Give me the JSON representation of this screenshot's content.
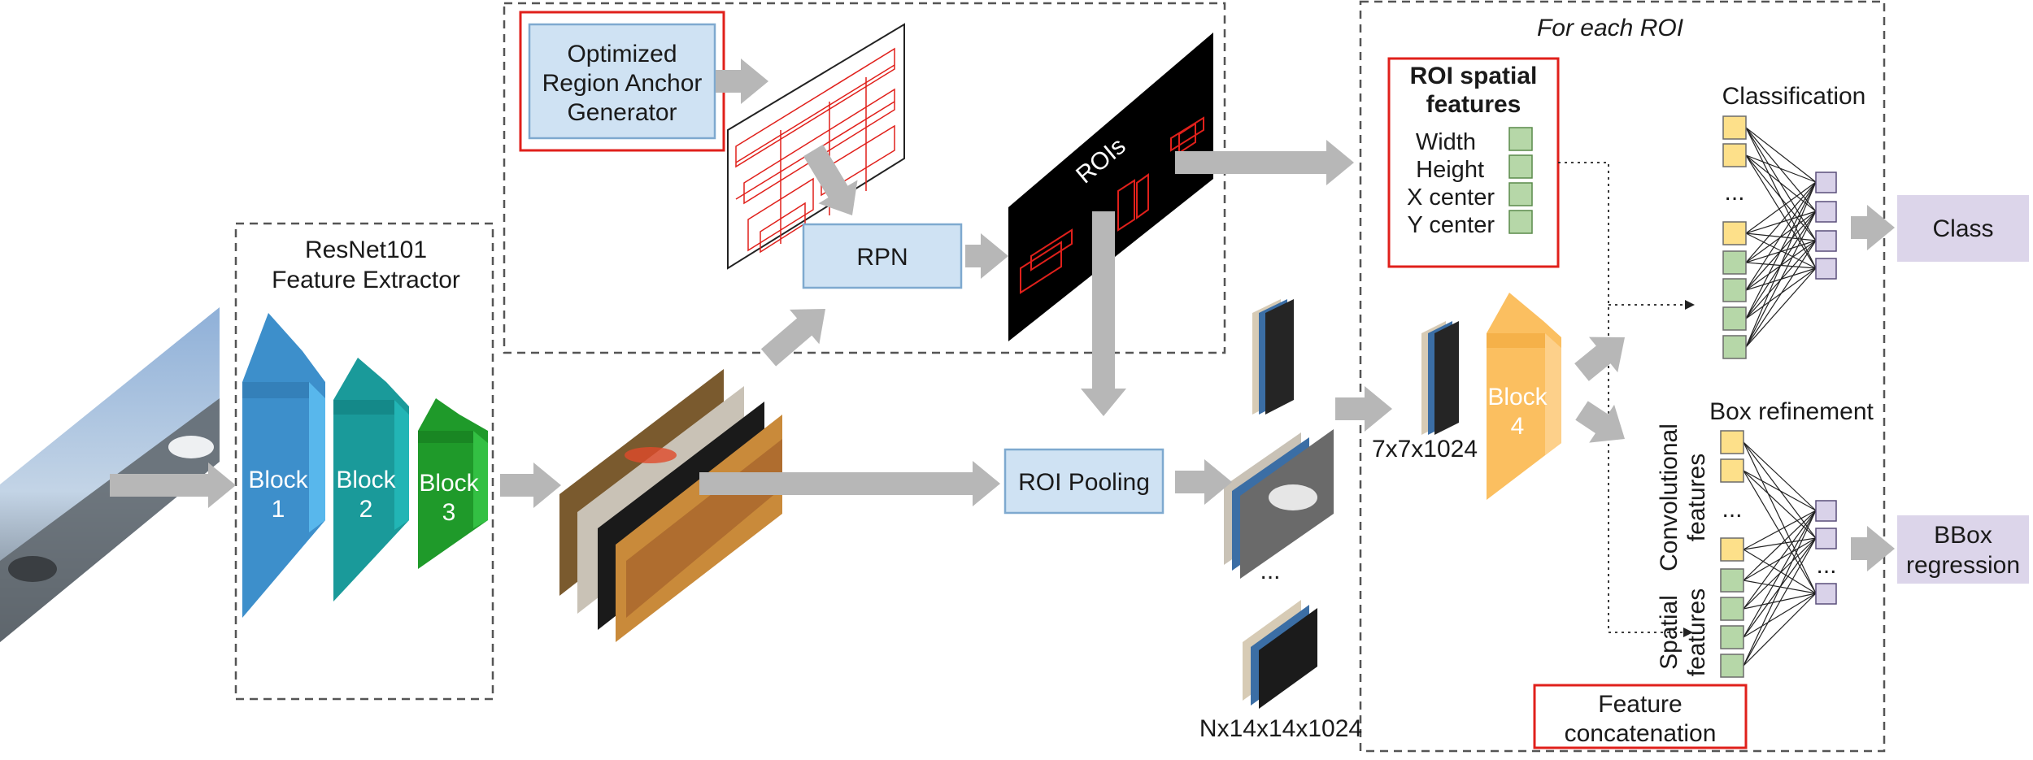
{
  "colors": {
    "arrow": "#b7b7b7",
    "light_blue_box": "#cfe2f3",
    "light_blue_border": "#7ea9cf",
    "red_highlight": "#e0201b",
    "purple_box": "#dcd5ea",
    "yellow_feature": "#fde08a",
    "green_feature": "#b6d7a8",
    "purple_node": "#d9d2e9",
    "block1": "#3d8fcb",
    "block2": "#1a9a9a",
    "block3": "#1f9a2a",
    "block4": "#fbbf60"
  },
  "feature_extractor": {
    "title_line1": "ResNet101",
    "title_line2": "Feature Extractor",
    "blocks": [
      {
        "line1": "Block",
        "line2": "1"
      },
      {
        "line1": "Block",
        "line2": "2"
      },
      {
        "line1": "Block",
        "line2": "3"
      }
    ]
  },
  "anchor_generator": {
    "line1": "Optimized",
    "line2": "Region Anchor",
    "line3": "Generator"
  },
  "rpn": {
    "label": "RPN"
  },
  "rois": {
    "label": "ROIs"
  },
  "roi_pooling": {
    "label": "ROI Pooling"
  },
  "pooled": {
    "ellipsis": "...",
    "size_label": "Nx14x14x1024"
  },
  "roi_section": {
    "title": "For each ROI",
    "spatial": {
      "title_line1": "ROI spatial",
      "title_line2": "features",
      "items": [
        "Width",
        "Height",
        "X center",
        "Y center"
      ]
    },
    "feature_size": "7x7x1024",
    "block4": {
      "line1": "Block",
      "line2": "4"
    },
    "classification": {
      "title": "Classification",
      "ellipsis": "..."
    },
    "box_refinement": {
      "title": "Box refinement",
      "ellipsis": "...",
      "node_ellipsis": "..."
    },
    "side_labels": {
      "conv_line1": "Convolutional",
      "conv_line2": "features",
      "spatial_line1": "Spatial",
      "spatial_line2": "features"
    },
    "concat": {
      "line1": "Feature",
      "line2": "concatenation"
    }
  },
  "outputs": {
    "class_label": "Class",
    "bbox_line1": "BBox",
    "bbox_line2": "regression"
  }
}
